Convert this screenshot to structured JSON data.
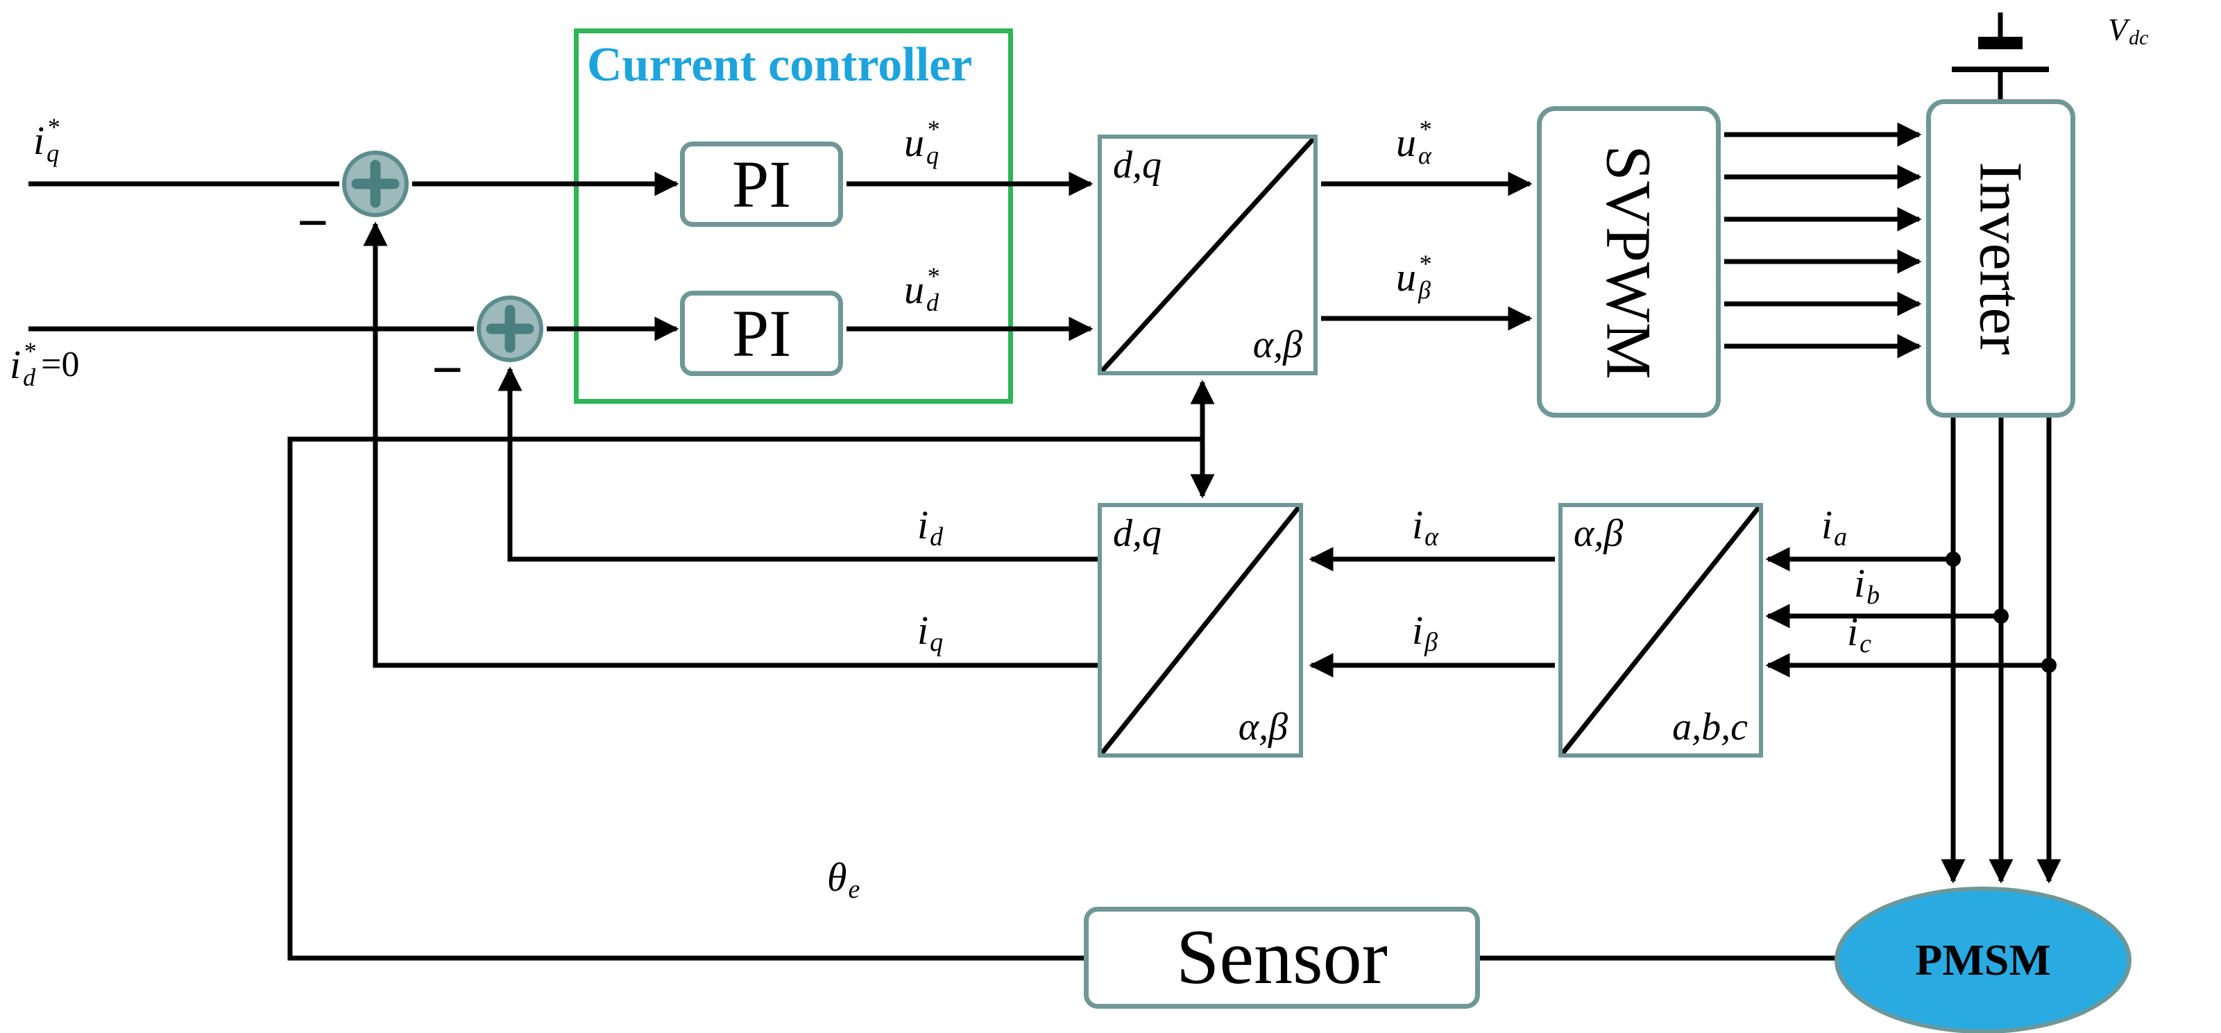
{
  "palette": {
    "background": "#ffffff",
    "wire": "#000000",
    "block_border": "#6f9797",
    "controller_box_border": "#2fb457",
    "controller_title_color": "#1da4dd",
    "pmsm_fill": "#29abe2",
    "sum_fill": "#9db9bb",
    "sum_cross": "#4a7f7f"
  },
  "controller_box": {
    "title": "Current controller"
  },
  "blocks": {
    "pi1": {
      "label": "PI"
    },
    "pi2": {
      "label": "PI"
    },
    "svpwm": {
      "label": "SVPWM"
    },
    "inverter": {
      "label": "Inverter"
    },
    "sensor": {
      "label": "Sensor"
    },
    "pmsm": {
      "label": "PMSM"
    },
    "dq_to_alphabeta": {
      "top_label": "d,q",
      "bottom_label": "α,β"
    },
    "alphabeta_to_dq": {
      "top_label": "d,q",
      "bottom_label": "α,β"
    },
    "abc_to_alphabeta": {
      "top_label": "α,β",
      "bottom_label": "a,b,c"
    }
  },
  "junctions": {
    "minus1": "−",
    "minus2": "−"
  },
  "signals": {
    "iq_ref": {
      "base": "i",
      "sup": "*",
      "sub": "q"
    },
    "id_ref": {
      "base": "i",
      "sup": "*",
      "sub": "d",
      "suffix": "=0"
    },
    "uq_ref": {
      "base": "u",
      "sup": "*",
      "sub": "q"
    },
    "ud_ref": {
      "base": "u",
      "sup": "*",
      "sub": "d"
    },
    "ualpha_ref": {
      "base": "u",
      "sup": "*",
      "sub": "α"
    },
    "ubeta_ref": {
      "base": "u",
      "sup": "*",
      "sub": "β"
    },
    "id_fb": {
      "base": "i",
      "sub": "d"
    },
    "iq_fb": {
      "base": "i",
      "sub": "q"
    },
    "ialpha": {
      "base": "i",
      "sub": "α"
    },
    "ibeta": {
      "base": "i",
      "sub": "β"
    },
    "ia": {
      "base": "i",
      "sub": "a"
    },
    "ib": {
      "base": "i",
      "sub": "b"
    },
    "ic": {
      "base": "i",
      "sub": "c"
    },
    "theta_e": {
      "base": "θ",
      "sub": "e"
    },
    "vdc": {
      "base": "V",
      "sub": "dc"
    }
  }
}
